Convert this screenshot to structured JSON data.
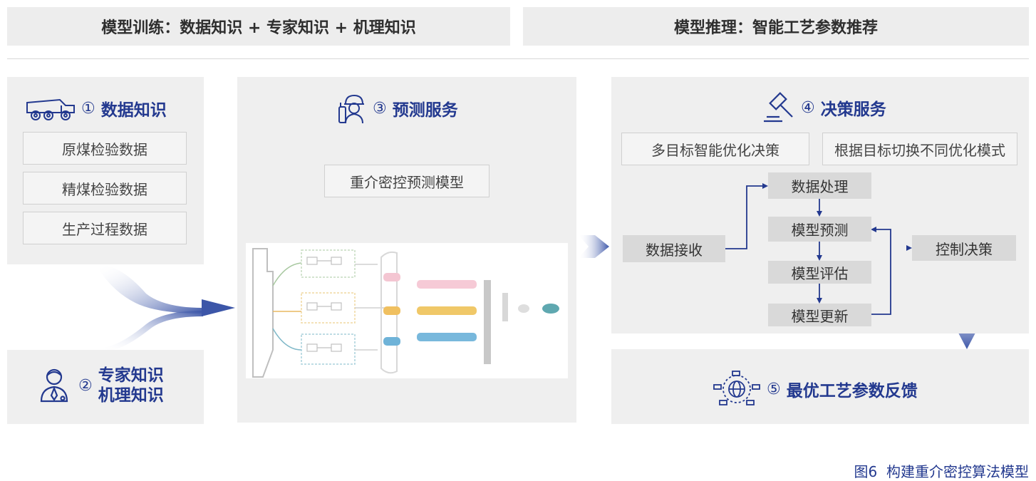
{
  "header": {
    "left_title": "模型训练：数据知识 + 专家知识 + 机理知识",
    "right_title": "模型推理：智能工艺参数推荐"
  },
  "data_knowledge": {
    "number": "①",
    "title": "数据知识",
    "items": [
      "原煤检验数据",
      "精煤检验数据",
      "生产过程数据"
    ],
    "icon": "mining-truck-icon"
  },
  "expert_knowledge": {
    "number": "②",
    "line1": "专家知识",
    "line2": "机理知识",
    "icon": "expert-person-icon"
  },
  "prediction_service": {
    "number": "③",
    "title": "预测服务",
    "model_label": "重介密控预测模型",
    "icon": "worker-helmet-icon"
  },
  "decision_service": {
    "number": "④",
    "title": "决策服务",
    "icon": "gavel-icon",
    "tags": [
      "多目标智能优化决策",
      "根据目标切换不同优化模式"
    ],
    "flow": {
      "input": "数据接收",
      "steps": [
        "数据处理",
        "模型预测",
        "模型评估",
        "模型更新"
      ],
      "output": "控制决策"
    }
  },
  "feedback": {
    "number": "⑤",
    "title": "最优工艺参数反馈",
    "icon": "network-globe-icon"
  },
  "caption": "图6  构建重介密控算法模型",
  "colors": {
    "accent": "#23398f",
    "panel": "#efefef",
    "flowbox": "#d9d9d9"
  }
}
